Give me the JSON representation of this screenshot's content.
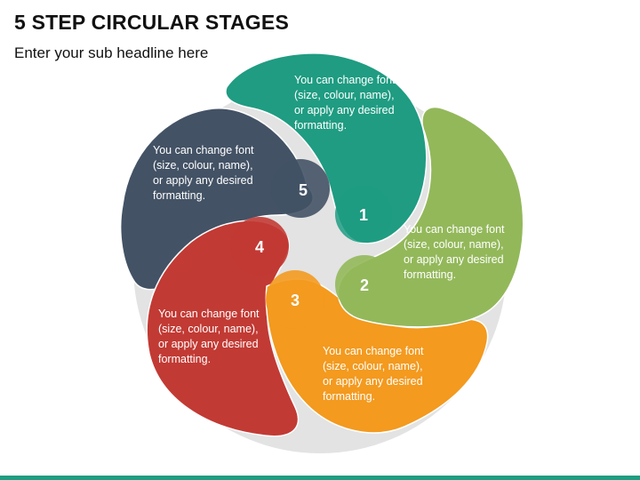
{
  "header": {
    "title": "5 STEP CIRCULAR STAGES",
    "subtitle": "Enter your sub headline here"
  },
  "colors": {
    "step1": "#1f9c82",
    "step2": "#93b85a",
    "step3": "#f39a1f",
    "step4": "#c23a34",
    "step5": "#435265",
    "ring": "#e3e3e3",
    "bar": "#1f9c82"
  },
  "steps": [
    {
      "number": "1",
      "lines": [
        "You can change font",
        "(size, colour, name),",
        "or apply any desired",
        "formatting."
      ]
    },
    {
      "number": "2",
      "lines": [
        "You can change font",
        "(size, colour, name),",
        "or apply any desired",
        "formatting."
      ]
    },
    {
      "number": "3",
      "lines": [
        "You can change font",
        "(size, colour, name),",
        "or apply any desired",
        "formatting."
      ]
    },
    {
      "number": "4",
      "lines": [
        "You can change font",
        "(size, colour, name),",
        "or apply any desired",
        "formatting."
      ]
    },
    {
      "number": "5",
      "lines": [
        "You can change font",
        "(size, colour, name),",
        "or apply any desired",
        "formatting."
      ]
    }
  ]
}
